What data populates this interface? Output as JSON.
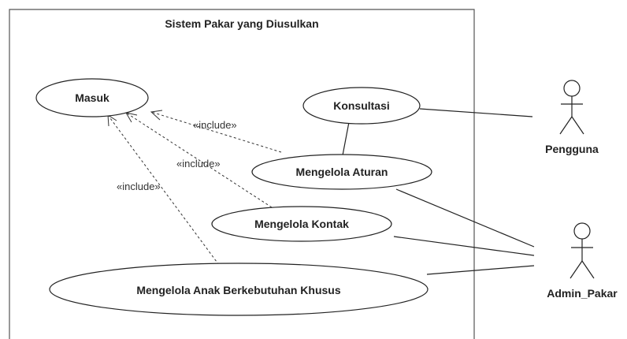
{
  "system": {
    "title": "Sistem Pakar yang Diusulkan"
  },
  "use_cases": {
    "masuk": "Masuk",
    "konsultasi": "Konsultasi",
    "mengelola_aturan": "Mengelola Aturan",
    "mengelola_kontak": "Mengelola Kontak",
    "mengelola_abk": "Mengelola Anak Berkebutuhan Khusus"
  },
  "actors": {
    "pengguna": "Pengguna",
    "admin": "Admin_Pakar"
  },
  "relations": {
    "include_aturan": "«include»",
    "include_kontak": "«include»",
    "include_abk": "«include»"
  },
  "colors": {
    "line": "#222222",
    "background": "#ffffff"
  }
}
